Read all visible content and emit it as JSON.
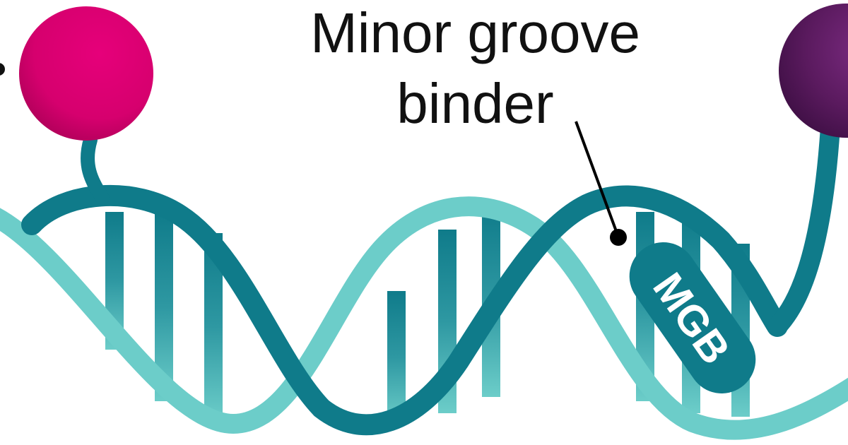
{
  "annotation": {
    "title_line1": "Minor groove",
    "title_line2": "binder"
  },
  "mgb_badge": {
    "text": "MGB"
  },
  "colors": {
    "strand_dark": "#0f7b8a",
    "strand_light": "#6ccdc9",
    "rung": "#1e8c99",
    "reporter_dye": "#d6006e",
    "quencher_dye": "#5a1a5e",
    "pointer": "#000000",
    "badge_text": "#ffffff"
  },
  "icons": [
    "reporter-dye-sphere",
    "quencher-dye-sphere",
    "mgb-capsule",
    "pointer-dot"
  ]
}
